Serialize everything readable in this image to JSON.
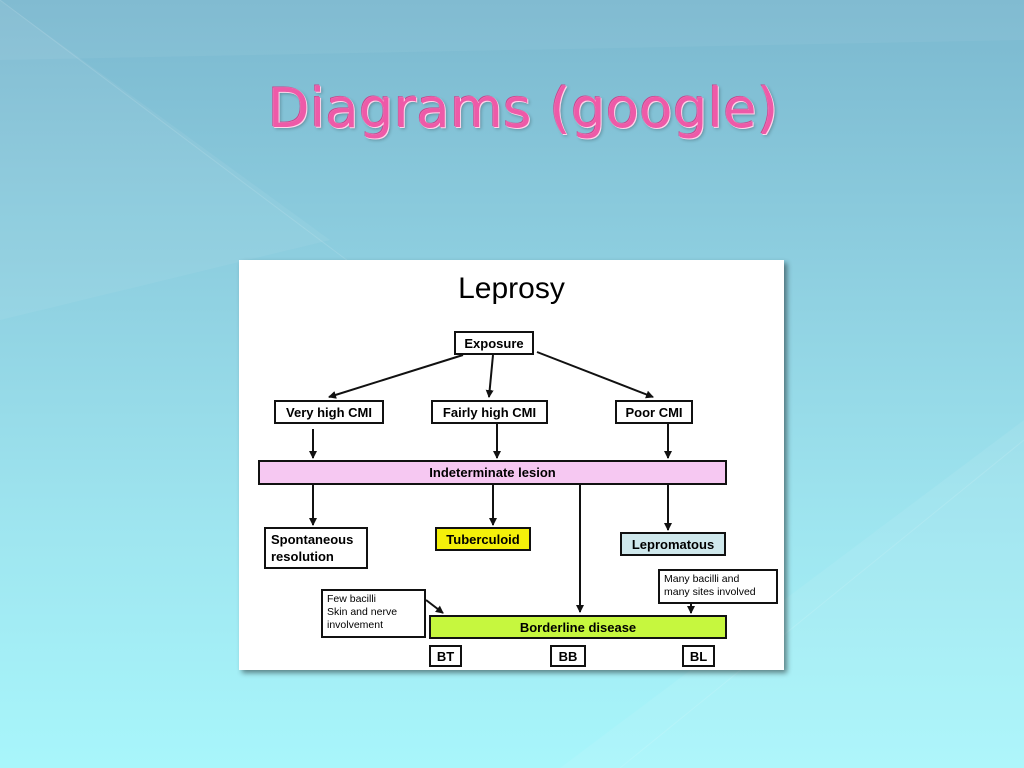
{
  "slide": {
    "title": "Diagrams (google)"
  },
  "diagram": {
    "title": "Leprosy",
    "nodes": {
      "exposure": "Exposure",
      "very_high_cmi": "Very high CMI",
      "fairly_high_cmi": "Fairly high CMI",
      "poor_cmi": "Poor CMI",
      "indeterminate": "Indeterminate lesion",
      "spontaneous_line1": "Spontaneous",
      "spontaneous_line2": "resolution",
      "tuberculoid": "Tuberculoid",
      "lepromatous": "Lepromatous",
      "borderline": "Borderline disease",
      "bt": "BT",
      "bb": "BB",
      "bl": "BL"
    },
    "notes": {
      "few_bacilli": [
        "Few bacilli",
        "Skin and nerve",
        "involvement"
      ],
      "many_bacilli": [
        "Many bacilli  and",
        "many sites involved"
      ]
    },
    "colors": {
      "indeterminate": "#f6c8f2",
      "tuberculoid": "#f4f00a",
      "lepromatous": "#cfe8ec",
      "borderline": "#c6f73e",
      "title": "#ee5aa8"
    }
  }
}
